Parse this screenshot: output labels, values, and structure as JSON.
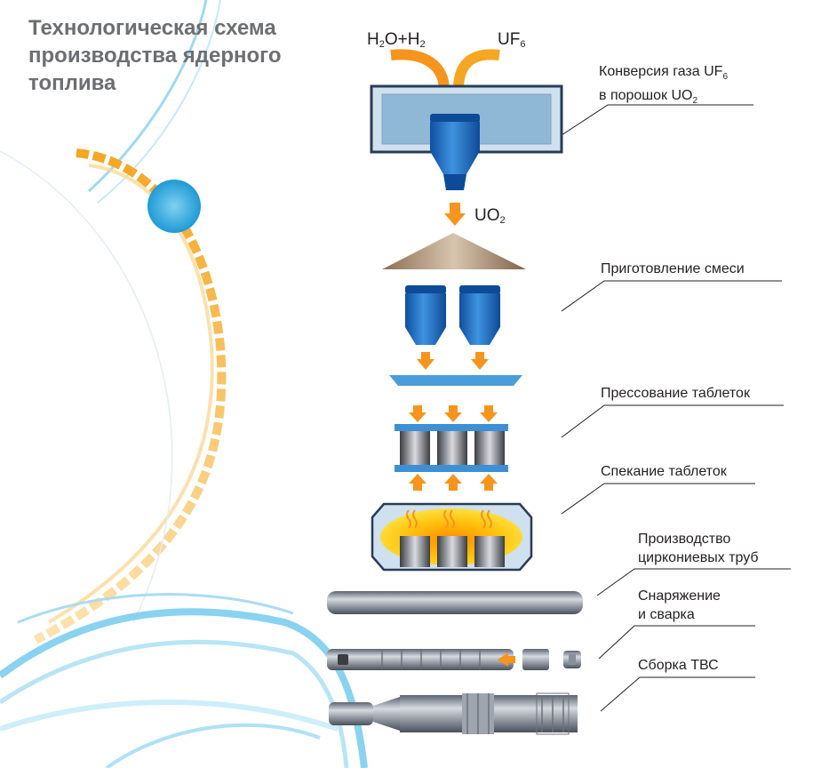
{
  "title": {
    "line1": "Технологическая схема",
    "line2": "производства ядерного",
    "line3": "топлива"
  },
  "chemistry": {
    "inputs": {
      "h2o_base": "H",
      "h2o_sub": "2",
      "h2o_rest": "O+H",
      "h2_sub": "2",
      "uf6_base": "UF",
      "uf6_sub": "6"
    },
    "output": {
      "base": "UO",
      "sub": "2"
    }
  },
  "steps": {
    "conversion": {
      "line1_base": "Конверсия газа UF",
      "line1_sub": "6",
      "line2_base": "в порошок  UO",
      "line2_sub": "2"
    },
    "mixing": {
      "label": "Приготовление смеси"
    },
    "pressing": {
      "label": "Прессование таблеток"
    },
    "sintering": {
      "label": "Спекание таблеток"
    },
    "tubes": {
      "line1": "Производство",
      "line2": "циркониевых труб"
    },
    "welding": {
      "line1": "Снаряжение",
      "line2": "и сварка"
    },
    "assembly": {
      "label": "Сборка ТВС"
    }
  },
  "colors": {
    "accent_orange": "#f7941d",
    "accent_blue": "#1e6fc0",
    "title_gray": "#6d6e71",
    "heat_yellow": "#ffd21f",
    "chamber_blue": "#8fb7d6",
    "tray_blue": "#4a9ed8"
  }
}
